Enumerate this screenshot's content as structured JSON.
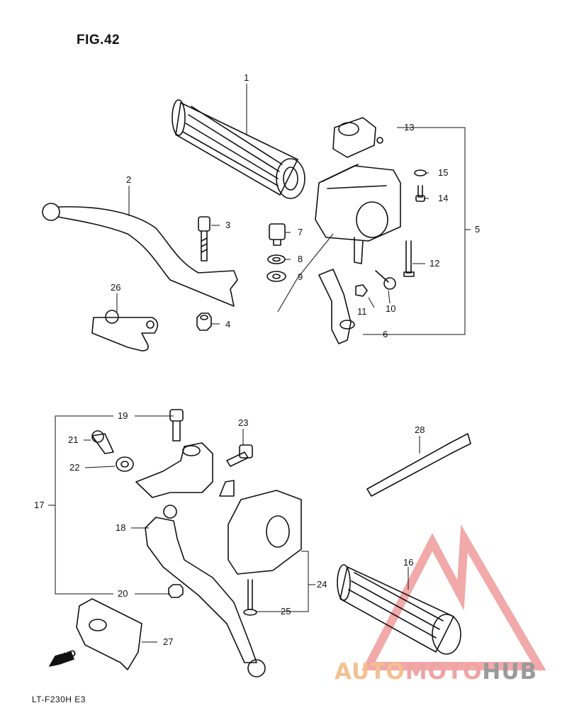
{
  "figure": {
    "title": "FIG.42",
    "model_code": "LT-F230H  E3"
  },
  "callouts": [
    "1",
    "2",
    "3",
    "4",
    "5",
    "6",
    "7",
    "8",
    "9",
    "10",
    "11",
    "12",
    "13",
    "14",
    "15",
    "16",
    "17",
    "18",
    "19",
    "20",
    "21",
    "22",
    "23",
    "24",
    "25",
    "26",
    "27",
    "28"
  ],
  "direction_mark": "FWD",
  "watermark": {
    "part1": "AUTO",
    "part2": "MOTO",
    "part3": "HUB"
  },
  "colors": {
    "line": "#111111",
    "watermark_red": "#e04040",
    "watermark_orange": "#f2a65a",
    "watermark_gray": "#8c8c8c"
  }
}
